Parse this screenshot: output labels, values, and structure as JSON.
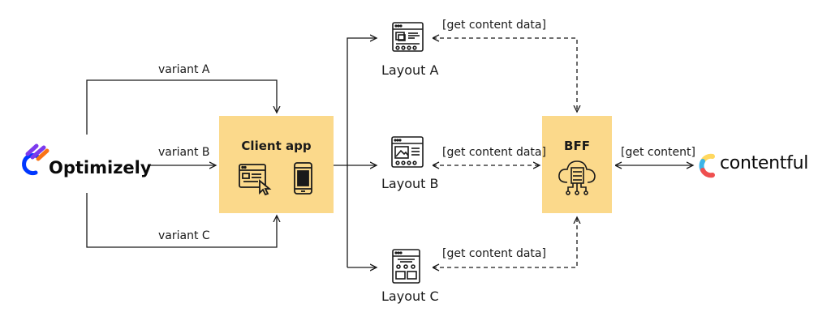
{
  "sources": {
    "optimizely": {
      "name": "Optimizely",
      "mark_colors": [
        "#0037ff",
        "#7c3aed",
        "#f97316"
      ]
    },
    "contentful": {
      "name": "contentful",
      "mark_colors": [
        "#ffd85f",
        "#3bb4e7",
        "#ef4f4f"
      ]
    }
  },
  "variants": [
    "variant A",
    "variant B",
    "variant C"
  ],
  "client_app": {
    "title": "Client app",
    "icons": [
      "browser-cursor-icon",
      "mobile-phone-icon"
    ]
  },
  "layouts": [
    {
      "label": "Layout A",
      "icon": "layout-a-icon"
    },
    {
      "label": "Layout B",
      "icon": "layout-b-icon"
    },
    {
      "label": "Layout C",
      "icon": "layout-c-icon"
    }
  ],
  "bff": {
    "title": "BFF",
    "icon": "cloud-server-icon"
  },
  "edges": {
    "get_content_data": "[get content data]",
    "get_content": "[get content]"
  },
  "colors": {
    "box_fill": "#fbd98b",
    "line": "#1a1a1a"
  }
}
